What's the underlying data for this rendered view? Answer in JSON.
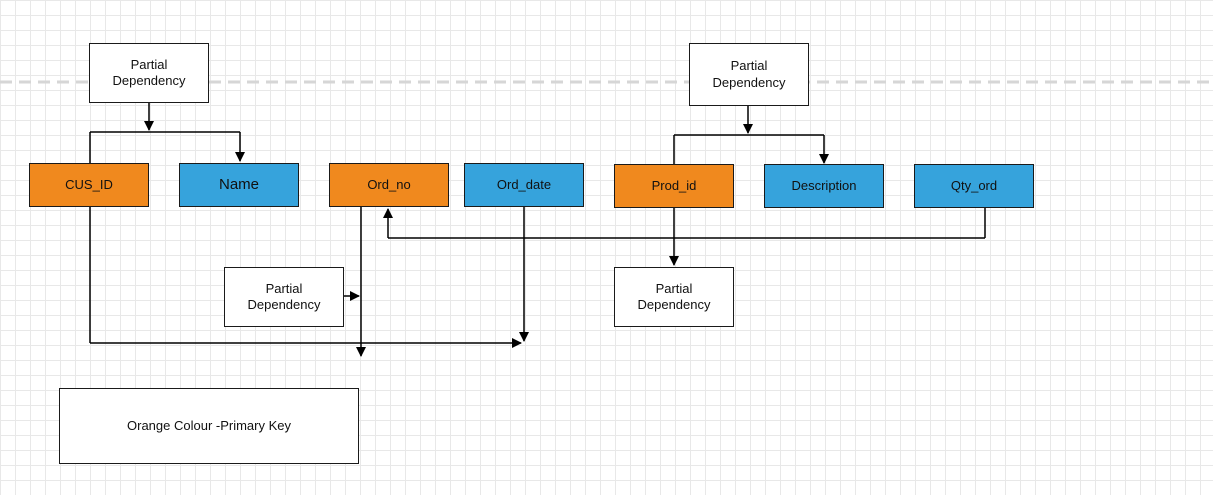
{
  "notes": {
    "partial_top_left": "Partial\nDependency",
    "partial_top_right": "Partial\nDependency",
    "partial_mid_left": "Partial\nDependency",
    "partial_mid_right": "Partial\nDependency",
    "legend": "Orange Colour -Primary Key"
  },
  "attributes": {
    "cus_id": "CUS_ID",
    "name": "Name",
    "ord_no": "Ord_no",
    "ord_date": "Ord_date",
    "prod_id": "Prod_id",
    "description": "Description",
    "qty_ord": "Qty_ord"
  },
  "colors": {
    "primary_key": "#f0891e",
    "attribute": "#36a3dc",
    "note": "#ffffff"
  }
}
